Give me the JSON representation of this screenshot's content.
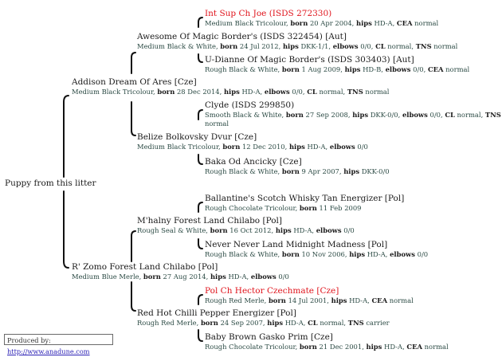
{
  "puppy": "Puppy from this litter",
  "footer": {
    "label": "Produced by:",
    "link": "http://www.anadune.com"
  },
  "sire": {
    "name": "Addison Dream Of Ares [Cze]",
    "desc": {
      "color": "Medium Black Tricolour, ",
      "born_l": "born",
      "born": " 28 Dec 2014, ",
      "hips_l": "hips",
      "hips": " HD-A, ",
      "elbows_l": "elbows",
      "elbows": " 0/0, ",
      "cl_l": "CL",
      "cl": " normal, ",
      "tns_l": "TNS",
      "tns": " normal"
    },
    "sire": {
      "name": "Awesome Of Magic Border's (ISDS 322454) [Aut]",
      "desc": {
        "color": "Medium Black & White, ",
        "born_l": "born",
        "born": " 24 Jul 2012, ",
        "hips_l": "hips",
        "hips": " DKK-1/1, ",
        "elbows_l": "elbows",
        "elbows": " 0/0, ",
        "cl_l": "CL",
        "cl": " normal, ",
        "tns_l": "TNS",
        "tns": " normal"
      },
      "sire": {
        "name": "Int Sup Ch Joe (ISDS 272330)",
        "desc": {
          "color": "Medium Black Tricolour, ",
          "born_l": "born",
          "born": " 20 Apr 2004, ",
          "hips_l": "hips",
          "hips": " HD-A, ",
          "cea_l": "CEA",
          "cea": " normal"
        }
      },
      "dam": {
        "name": "U-Dianne Of Magic Border's (ISDS 303403) [Aut]",
        "desc": {
          "color": "Rough Black & White, ",
          "born_l": "born",
          "born": " 1 Aug 2009, ",
          "hips_l": "hips",
          "hips": " HD-B, ",
          "elbows_l": "elbows",
          "elbows": " 0/0, ",
          "cea_l": "CEA",
          "cea": " normal"
        }
      }
    },
    "dam": {
      "name": "Belize Bolkovsky Dvur [Cze]",
      "desc": {
        "color": "Medium Black Tricolour, ",
        "born_l": "born",
        "born": " 12 Dec 2010, ",
        "hips_l": "hips",
        "hips": " HD-A, ",
        "elbows_l": "elbows",
        "elbows": " 0/0"
      },
      "sire": {
        "name": "Clyde (ISDS 299850)",
        "desc": {
          "color": "Smooth Black & White, ",
          "born_l": "born",
          "born": " 27 Sep 2008, ",
          "hips_l": "hips",
          "hips": " DKK-0/0, ",
          "elbows_l": "elbows",
          "elbows": " 0/0, ",
          "cl_l": "CL",
          "cl": " normal, ",
          "tns_l": "TNS",
          "tns": "",
          "line2": "normal"
        }
      },
      "dam": {
        "name": "Baka Od Ancicky [Cze]",
        "desc": {
          "color": "Rough Black & White, ",
          "born_l": "born",
          "born": " 9 Apr 2007, ",
          "hips_l": "hips",
          "hips": " DKK-0/0"
        }
      }
    }
  },
  "dam": {
    "name": "R' Zomo Forest Land Chilabo [Pol]",
    "desc": {
      "color": "Medium Blue Merle, ",
      "born_l": "born",
      "born": " 27 Aug 2014, ",
      "hips_l": "hips",
      "hips": " HD-A, ",
      "elbows_l": "elbows",
      "elbows": " 0/0"
    },
    "sire": {
      "name": "M'halny Forest Land Chilabo [Pol]",
      "desc": {
        "color": "Rough Seal & White, ",
        "born_l": "born",
        "born": " 16 Oct 2012, ",
        "hips_l": "hips",
        "hips": " HD-A, ",
        "elbows_l": "elbows",
        "elbows": " 0/0"
      },
      "sire": {
        "name": "Ballantine's Scotch Whisky Tan Energizer [Pol]",
        "desc": {
          "color": "Rough Chocolate Tricolour, ",
          "born_l": "born",
          "born": " 11 Feb 2009"
        }
      },
      "dam": {
        "name": "Never Never Land Midnight Madness [Pol]",
        "desc": {
          "color": "Rough Black & White, ",
          "born_l": "born",
          "born": " 10 Nov 2006, ",
          "hips_l": "hips",
          "hips": " HD-A, ",
          "elbows_l": "elbows",
          "elbows": " 0/0"
        }
      }
    },
    "dam": {
      "name": "Red Hot Chilli Pepper Energizer [Pol]",
      "desc": {
        "color": "Rough Red Merle, ",
        "born_l": "born",
        "born": " 24 Sep 2007, ",
        "hips_l": "hips",
        "hips": " HD-A, ",
        "cl_l": "CL",
        "cl": " normal, ",
        "tns_l": "TNS",
        "tns": " carrier"
      },
      "sire": {
        "name": "Pol Ch Hector Czechmate [Cze]",
        "desc": {
          "color": "Rough Red Merle, ",
          "born_l": "born",
          "born": " 14 Jul 2001, ",
          "hips_l": "hips",
          "hips": " HD-A, ",
          "cea_l": "CEA",
          "cea": " normal"
        }
      },
      "dam": {
        "name": "Baby Brown Gasko Prim [Cze]",
        "desc": {
          "color": "Rough Chocolate Tricolour, ",
          "born_l": "born",
          "born": " 21 Dec 2001, ",
          "hips_l": "hips",
          "hips": " HD-A, ",
          "cea_l": "CEA",
          "cea": " normal"
        }
      }
    }
  }
}
